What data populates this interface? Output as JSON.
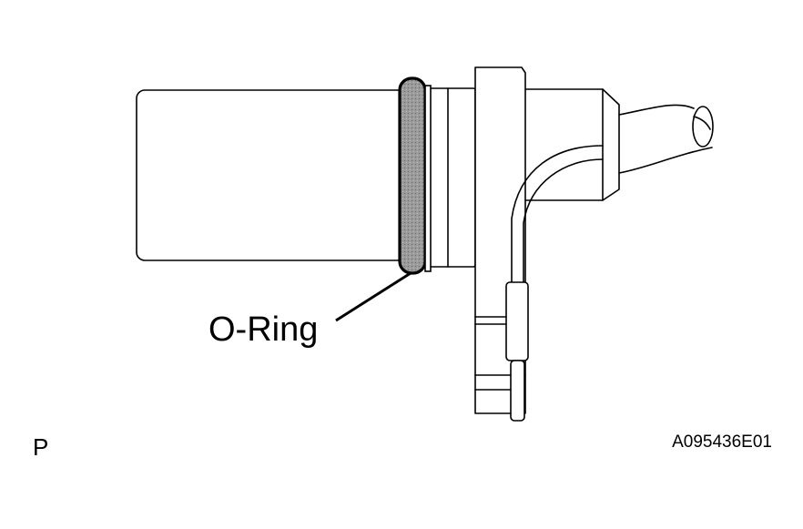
{
  "figure": {
    "callout_label": "O-Ring",
    "corner_mark": "P",
    "figure_id": "A095436E01"
  },
  "colors": {
    "line": "#000000",
    "body_fill": "#ffffff",
    "oring_fill": "#8f8f8f"
  }
}
